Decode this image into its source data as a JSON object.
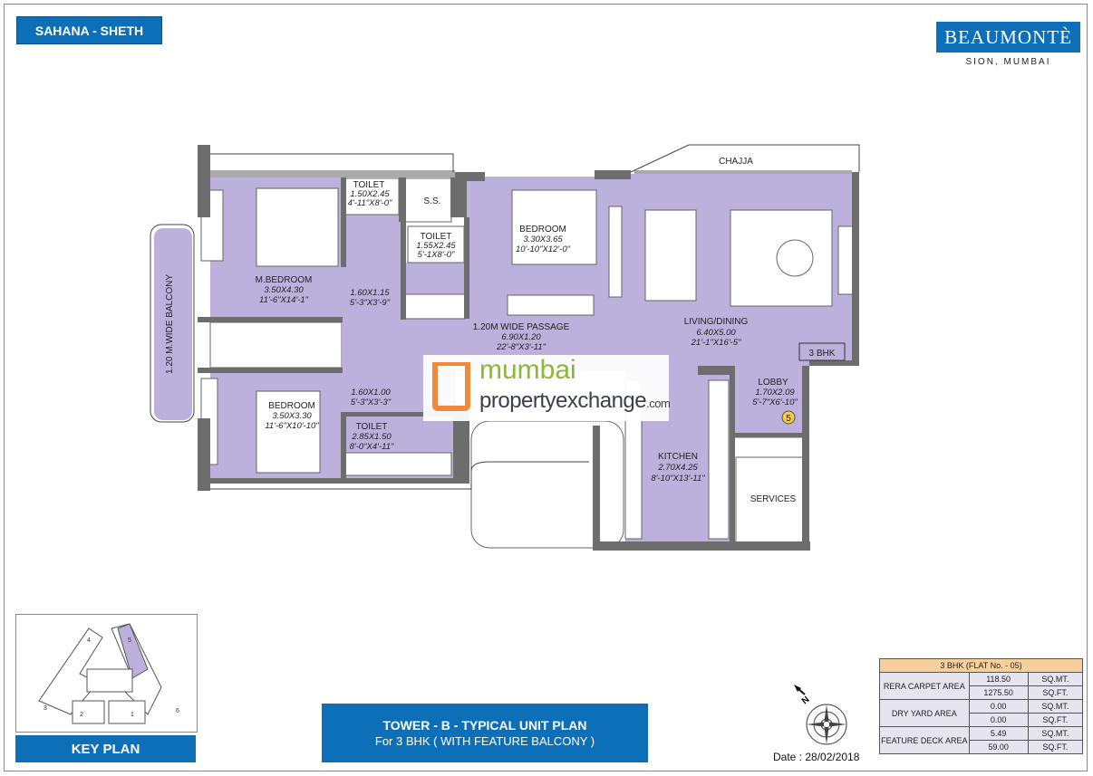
{
  "header": {
    "developer_tag": "SAHANA - SHETH",
    "project_logo": "BEAUMONTÈ",
    "location": "SION, MUMBAI"
  },
  "colors": {
    "brand_blue": "#0d6fb8",
    "room_fill": "#bcb0dc",
    "wall": "#6d6d6d",
    "table_header": "#f7cf9b"
  },
  "rooms": {
    "chajja": "CHAJJA",
    "balcony": "1.20 M.WIDE BALCONY",
    "m_bedroom": {
      "name": "M.BEDROOM",
      "metric": "3.50X4.30",
      "imperial": "11'-6\"X14'-1\""
    },
    "toilet1": {
      "name": "TOILET",
      "metric": "1.50X2.45",
      "imperial": "4'-11\"X8'-0\""
    },
    "ss": "S.S.",
    "toilet2": {
      "name": "TOILET",
      "metric": "1.55X2.45",
      "imperial": "5'-1X8'-0\""
    },
    "bedroom2": {
      "name": "BEDROOM",
      "metric": "3.30X3.65",
      "imperial": "10'-10\"X12'-0\""
    },
    "dress1": {
      "metric": "1.60X1.15",
      "imperial": "5'-3\"X3'-9\""
    },
    "passage": {
      "name": "1.20M WIDE PASSAGE",
      "metric": "6.90X1.20",
      "imperial": "22'-8\"X3'-11\""
    },
    "living": {
      "name": "LIVING/DINING",
      "metric": "6.40X5.00",
      "imperial": "21'-1\"X16'-5\""
    },
    "unit_badge": "3 BHK",
    "lobby": {
      "name": "LOBBY",
      "metric": "1.70X2.09",
      "imperial": "5'-7\"X6'-10\""
    },
    "flat_number": "5",
    "dress2": {
      "metric": "1.60X1.00",
      "imperial": "5'-3\"X3'-3\""
    },
    "bedroom3": {
      "name": "BEDROOM",
      "metric": "3.50X3.30",
      "imperial": "11'-6\"X10'-10\""
    },
    "toilet3": {
      "name": "TOILET",
      "metric": "2.85X1.50",
      "imperial": "8'-0\"X4'-11\""
    },
    "kitchen": {
      "name": "KITCHEN",
      "metric": "2.70X4.25",
      "imperial": "8'-10\"X13'-11\""
    },
    "services": "SERVICES"
  },
  "watermark": {
    "line1": "mumbai",
    "line2": "propertyexchange",
    "suffix": ".com"
  },
  "key_plan": {
    "label": "KEY PLAN",
    "units": [
      "1",
      "2",
      "3",
      "4",
      "5",
      "6"
    ],
    "highlighted_unit": "5"
  },
  "title": {
    "line1": "TOWER - B - TYPICAL UNIT PLAN",
    "line2": "For 3 BHK ( WITH FEATURE BALCONY )"
  },
  "compass": {
    "north_label": "N"
  },
  "date": "Date : 28/02/2018",
  "area_table": {
    "header": "3 BHK     (FLAT No. - 05)",
    "rows": [
      {
        "label": "RERA CARPET AREA",
        "values": [
          {
            "value": "118.50",
            "unit": "SQ.MT."
          },
          {
            "value": "1275.50",
            "unit": "SQ.FT."
          }
        ]
      },
      {
        "label": "DRY YARD AREA",
        "values": [
          {
            "value": "0.00",
            "unit": "SQ.MT."
          },
          {
            "value": "0.00",
            "unit": "SQ.FT."
          }
        ]
      },
      {
        "label": "FEATURE DECK AREA",
        "values": [
          {
            "value": "5.49",
            "unit": "SQ.MT."
          },
          {
            "value": "59.00",
            "unit": "SQ.FT."
          }
        ]
      }
    ]
  }
}
